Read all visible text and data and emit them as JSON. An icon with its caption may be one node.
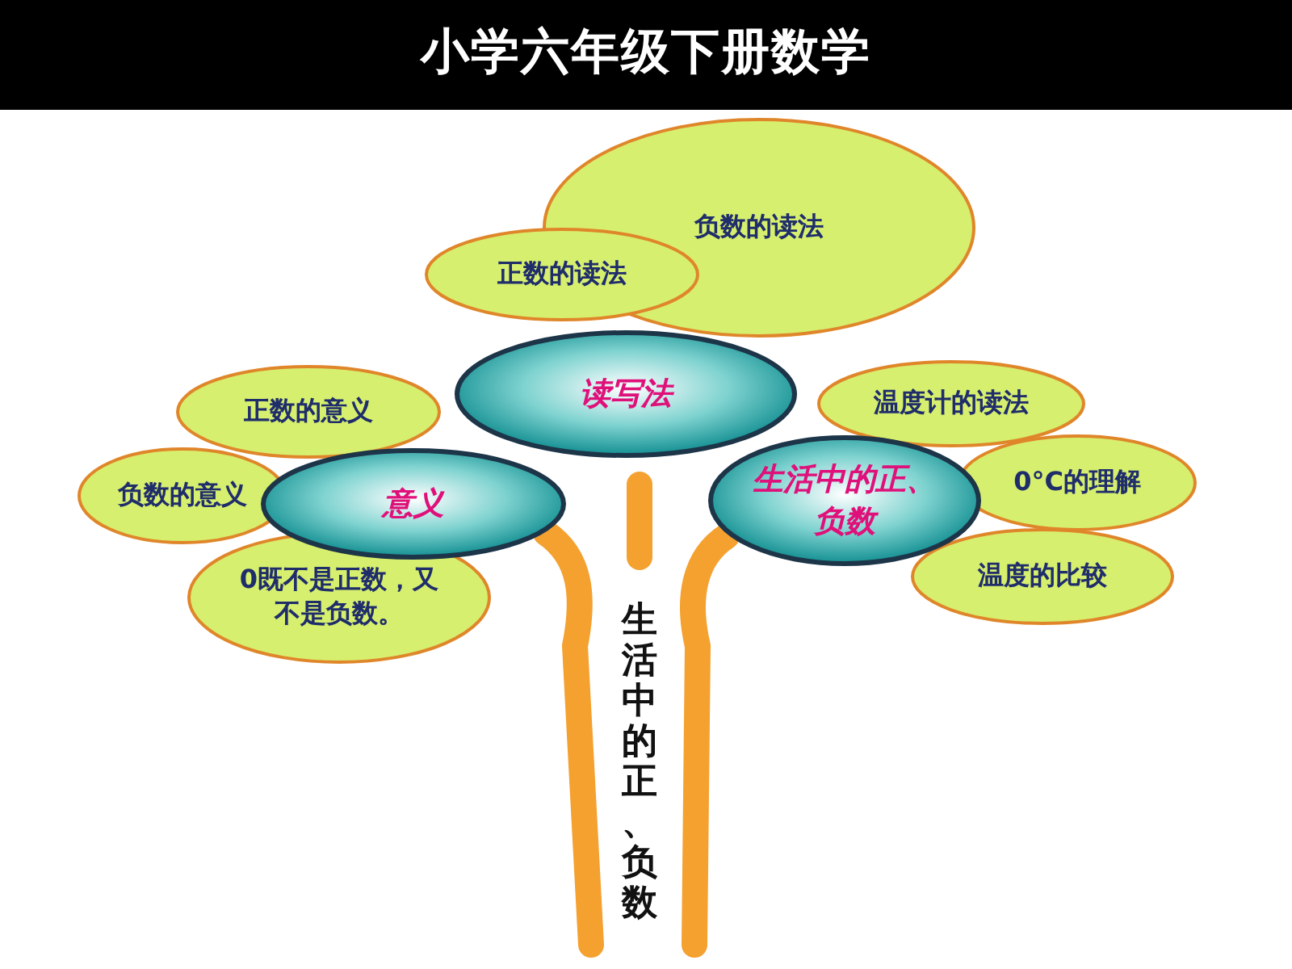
{
  "diagram": {
    "title": "小学六年级下册数学",
    "nodes": [
      {
        "text": [
          "负数的读法"
        ]
      },
      {
        "text": [
          "正数的读法"
        ]
      },
      {
        "text": [
          "读写法"
        ]
      },
      {
        "text": [
          "正数的意义"
        ]
      },
      {
        "text": [
          "温度计的读法"
        ]
      },
      {
        "text": [
          "负数的意义"
        ]
      },
      {
        "text": [
          "意义"
        ]
      },
      {
        "text": [
          "生活中的正、负数"
        ]
      },
      {
        "text": [
          "0°C的理解"
        ]
      },
      {
        "text": [
          "0既不是正数，又不是负数。"
        ]
      },
      {
        "text": [
          "温度的比较"
        ]
      }
    ],
    "labels": [
      "生活中的正、负数"
    ]
  }
}
